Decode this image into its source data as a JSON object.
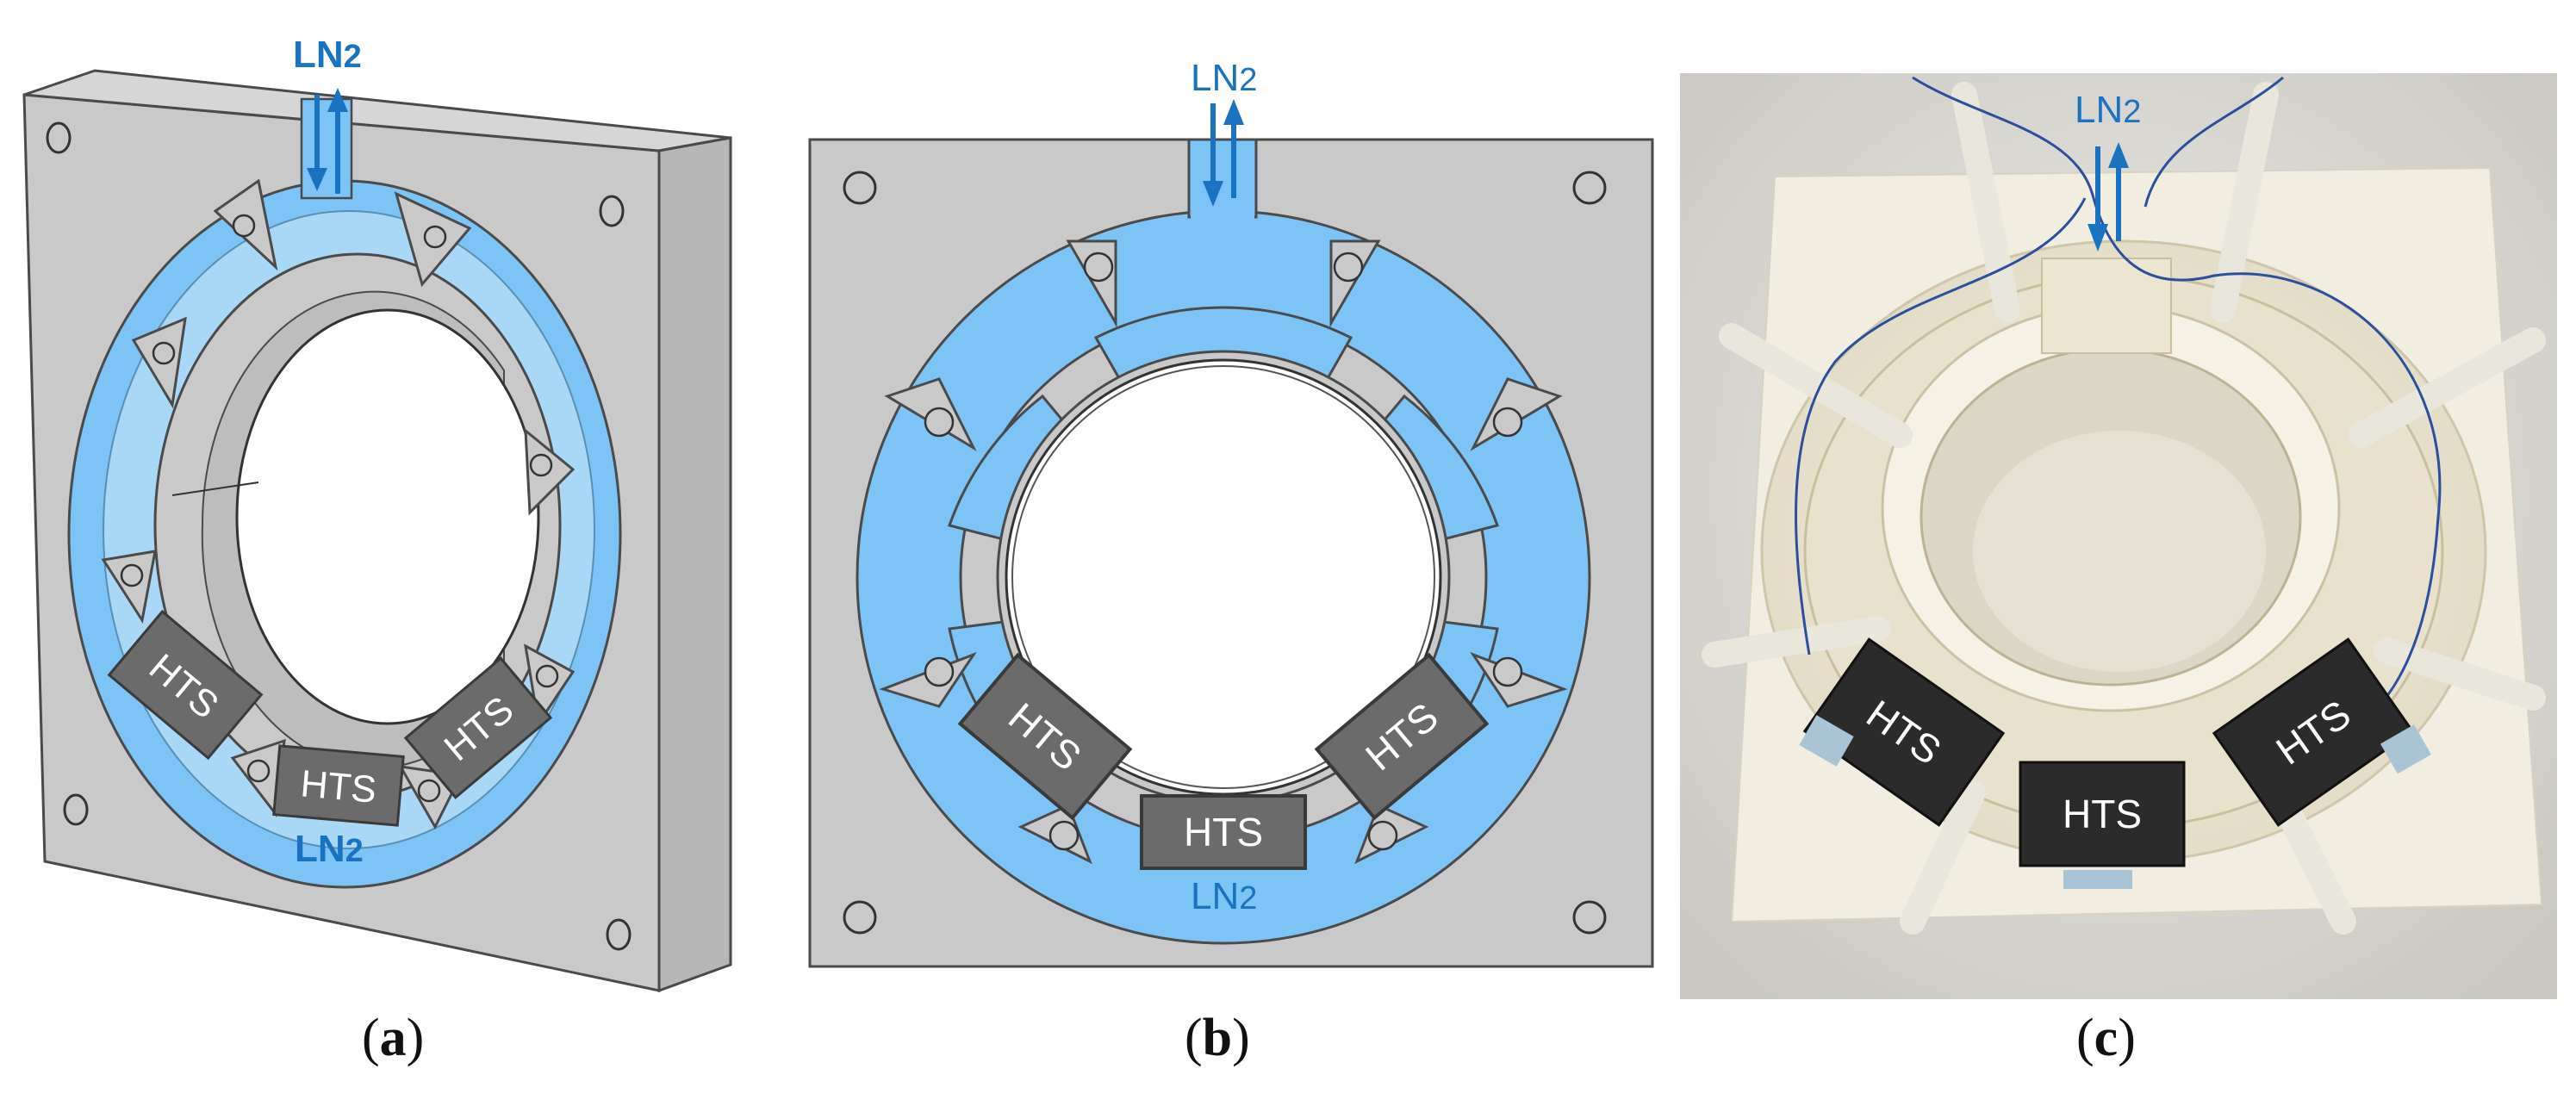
{
  "colors": {
    "body_gray": "#c9c9c9",
    "body_side": "#b9b9b9",
    "coolant_blue": "#7cc4f5",
    "coolant_blue_dark": "#5aaee8",
    "label_blue": "#1a73c1",
    "hts_block": "#6b6b6b",
    "outline": "#4a4a4a"
  },
  "panels": [
    {
      "id": "a",
      "coolant_top": "LN",
      "coolant_top_sub": "2",
      "coolant_bottom": "LN",
      "coolant_bottom_sub": "2",
      "hts_labels": [
        "HTS",
        "HTS",
        "HTS"
      ],
      "caption_open": "(",
      "caption_letter": "a",
      "caption_close": ")"
    },
    {
      "id": "b",
      "coolant_top": "LN",
      "coolant_top_sub": "2",
      "coolant_bottom": "LN",
      "coolant_bottom_sub": "2",
      "hts_labels": [
        "HTS",
        "HTS",
        "HTS"
      ],
      "caption_open": "(",
      "caption_letter": "b",
      "caption_close": ")"
    },
    {
      "id": "c",
      "coolant_top": "LN",
      "coolant_top_sub": "2",
      "hts_labels": [
        "HTS",
        "HTS",
        "HTS"
      ],
      "caption_open": "(",
      "caption_letter": "c",
      "caption_close": ")"
    }
  ]
}
